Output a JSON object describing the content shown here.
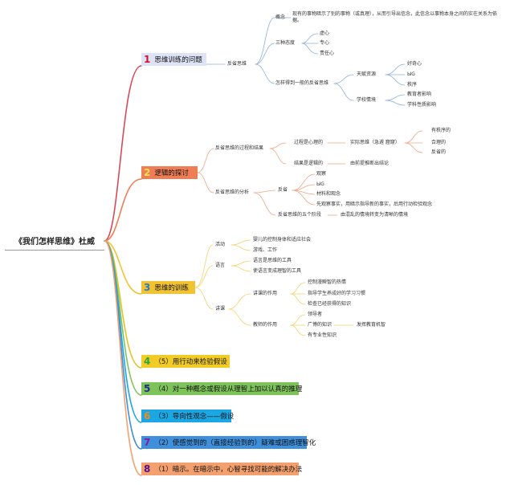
{
  "root": "《我们怎样思维》杜威",
  "topics": [
    {
      "num": "1",
      "label": "思维训练的问题"
    },
    {
      "num": "2",
      "label": "逻辑的探讨"
    },
    {
      "num": "3",
      "label": "思维的训练"
    },
    {
      "num": "4",
      "label": "（5）用行动来检验假设"
    },
    {
      "num": "5",
      "label": "（4）对一种概念或假设从理智上加以认真的推理"
    },
    {
      "num": "6",
      "label": "（3）导向性观念——假设"
    },
    {
      "num": "7",
      "label": "（2）使感觉到的（直接经验到的）疑难或困惑理智化"
    },
    {
      "num": "8",
      "label": "（1）暗示。在暗示中，心智寻找可能的解决办法"
    }
  ],
  "t1": {
    "reflect": "反省思维",
    "concept": "概念",
    "concept_desc": "现有的事物暗示了别的事物（或真理），从而引导出信念，此信念以事物本身之间的实在关系为依据。",
    "attitudes": "三种态度",
    "a1": "虚心",
    "a2": "专心",
    "a3": "责任心",
    "how": "怎样得到一般的反省思维",
    "natural": "天赋资源",
    "n1": "好奇心",
    "n2": "ЫG",
    "n3": "秩序",
    "school": "学校情境",
    "s1": "教育者影响",
    "s2": "学科性质影响"
  },
  "t2": {
    "process": "反省思维的过程和结果",
    "psych": "过程是心理的",
    "actual": "实际思维（急遽 窟窿）",
    "o1": "有秩序的",
    "o2": "合理的",
    "o3": "反省的",
    "logical": "结果是逻辑的",
    "conclusion": "由前提推断出结论",
    "analysis": "反省思维的分析",
    "reflect": "反省",
    "r1": "观察",
    "r2": "ЫG",
    "r3": "材料和观念",
    "r4": "先观察事实，用暗示指导新的事实，后用行动检验观念",
    "five": "反省思维的五个阶段",
    "five_desc": "由混乱的情境转变为清晰的情境"
  },
  "t3": {
    "activity": "活动",
    "act1": "婴儿的控制身体和适应社会",
    "act2": "游戏、工作",
    "language": "语言",
    "lang1": "语言是思维的工具",
    "lang2": "使语言变成理智的工具",
    "lecture": "讲课",
    "lecture_role": "讲课的作用",
    "lr1": "控制漫瞬智的热情",
    "lr2": "指导学生养成好的学习习惯",
    "lr3": "检查已经获得的知识",
    "teacher_role": "教师的作用",
    "tr1": "领导者",
    "tr2": "广博的知识",
    "tr2b": "发挥教育机智",
    "tr3": "有专业性知识"
  }
}
